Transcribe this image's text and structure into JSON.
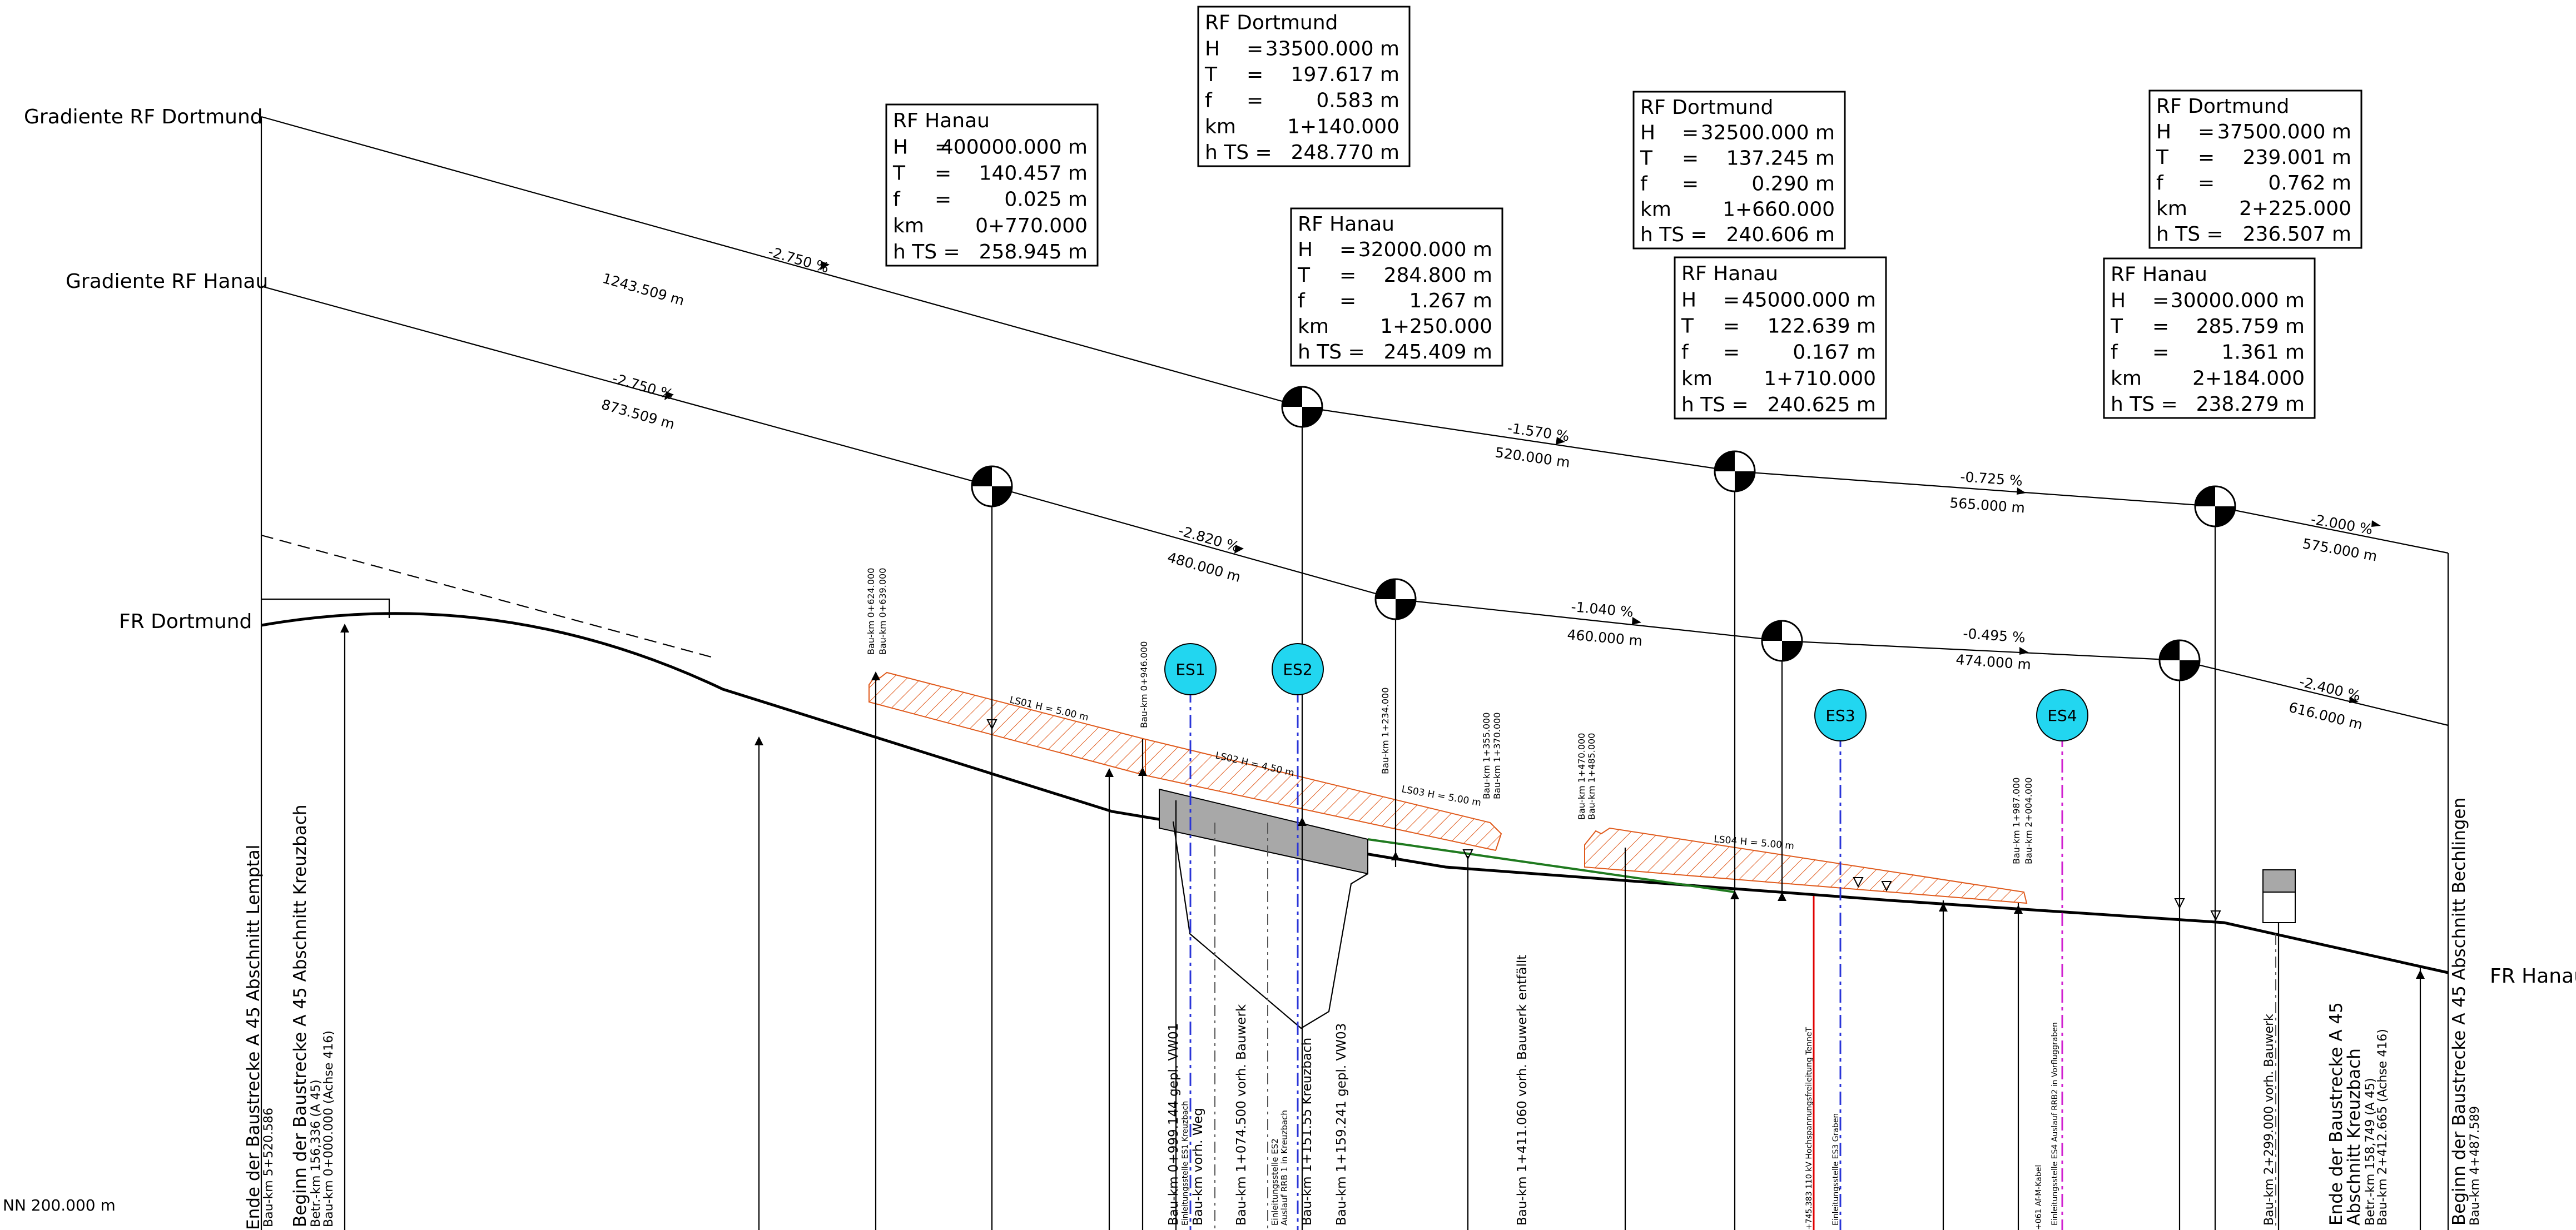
{
  "scale_label": "NN  200.000 m",
  "line_labels": {
    "grad_dortmund": "Gradiente RF Dortmund",
    "grad_hanau": "Gradiente RF Hanau",
    "fr_dortmund": "FR Dortmund",
    "fr_hanau": "FR Hanau"
  },
  "curve_boxes": [
    {
      "title": "RF Hanau",
      "H": "400000.000 m",
      "T": "140.457 m",
      "f": "0.025 m",
      "km": "0+770.000",
      "hTS": "258.945 m"
    },
    {
      "title": "RF Dortmund",
      "H": "33500.000 m",
      "T": "197.617 m",
      "f": "0.583 m",
      "km": "1+140.000",
      "hTS": "248.770 m"
    },
    {
      "title": "RF Hanau",
      "H": "32000.000 m",
      "T": "284.800 m",
      "f": "1.267 m",
      "km": "1+250.000",
      "hTS": "245.409 m"
    },
    {
      "title": "RF Dortmund",
      "H": "32500.000 m",
      "T": "137.245 m",
      "f": "0.290 m",
      "km": "1+660.000",
      "hTS": "240.606 m"
    },
    {
      "title": "RF Hanau",
      "H": "45000.000 m",
      "T": "122.639 m",
      "f": "0.167 m",
      "km": "1+710.000",
      "hTS": "240.625 m"
    },
    {
      "title": "RF Dortmund",
      "H": "37500.000 m",
      "T": "239.001 m",
      "f": "0.762 m",
      "km": "2+225.000",
      "hTS": "236.507 m"
    },
    {
      "title": "RF Hanau",
      "H": "30000.000 m",
      "T": "285.759 m",
      "f": "1.361 m",
      "km": "2+184.000",
      "hTS": "238.279 m"
    }
  ],
  "grade_labels": [
    {
      "pct": "-2.750 %",
      "len": "1243.509 m"
    },
    {
      "pct": "-1.570 %",
      "len": "520.000 m"
    },
    {
      "pct": "-0.725 %",
      "len": "565.000 m"
    },
    {
      "pct": "-2.000 %",
      "len": "575.000 m"
    },
    {
      "pct": "-2.750 %",
      "len": "873.509 m"
    },
    {
      "pct": "-2.820 %",
      "len": "480.000 m"
    },
    {
      "pct": "-1.040 %",
      "len": "460.000 m"
    },
    {
      "pct": "-0.495 %",
      "len": "474.000 m"
    },
    {
      "pct": "-2.400 %",
      "len": "616.000 m"
    }
  ],
  "es_circles": [
    "ES1",
    "ES2",
    "ES3",
    "ES4"
  ],
  "ls_labels": [
    "LS01 H = 5.00 m",
    "LS02 H = 4.50 m",
    "LS03 H = 5.00 m",
    "LS04 H = 5.00 m"
  ],
  "small_station_labels": [
    "Bau-km 0+624.000",
    "Bau-km 0+639.000",
    "Bau-km 0+946.000",
    "Bau-km 1+234.000",
    "Bau-km 1+355.000",
    "Bau-km 1+370.000",
    "Bau-km 1+470.000",
    "Bau-km 1+485.000",
    "Bau-km 1+987.000",
    "Bau-km 2+004.000"
  ],
  "bottom_labels": {
    "ende_lemptal": [
      "Ende der Baustrecke A 45 Abschnitt Lemptal",
      "Bau-km 5+520.586"
    ],
    "beginn_kreuzbach": [
      "Beginn der Baustrecke A 45 Abschnitt Kreuzbach",
      "Betr.-km 156,336 (A 45)",
      "Bau-km 0+000.000 (Achse 416)"
    ],
    "vw01": [
      "Bau-km 0+999.144 gepl. VW01",
      "Einleitungsstelle ES1 Kreuzbach",
      "Bau-km vorh. Weg"
    ],
    "bauwerk1": [
      "Bau-km 1+074.500 vorh. Bauwerk"
    ],
    "es2": [
      "Einleitungsstelle ES2",
      "Auslauf RRB 1 in Kreuzbach"
    ],
    "kreuzbach": [
      "Bau-km 1+151.55 Kreuzbach",
      "Bau-km 1+159.241 gepl. VW03"
    ],
    "entfaellt": [
      "Bau-km 1+411.060 vorh. Bauwerk entfällt"
    ],
    "hochspannung": [
      "+745.383 110 kV Hochspannungsfreileitung TenneT"
    ],
    "es3": [
      "Einleitungsstelle ES3 Graben"
    ],
    "kabel": [
      "+061 Af-M-Kabel"
    ],
    "es4": [
      "Einleitungsstelle ES4 Auslauf RRB2 in Vorfluggraben"
    ],
    "bauwerk2": [
      "Bau-km 2+299.000 vorh. Bauwerk"
    ],
    "ende_kreuzbach": [
      "Ende der Baustrecke A 45",
      "Abschnitt Kreuzbach",
      "Betr.-km 158,749 (A 45)",
      "Bau-km 2+412.665 (Achse 416)"
    ],
    "beginn_bechlingen": [
      "Beginn der Baustrecke A 45 Abschnitt Bechlingen",
      "Bau-km 4+487.589"
    ]
  },
  "colors": {
    "es_fill": "#22d6f0",
    "hatch": "#e05a1c",
    "fill_grey": "#a8a8a8",
    "red": "#e00000",
    "blue": "#2a35d8",
    "magenta": "#d020d0",
    "green": "#1f7a1f"
  }
}
